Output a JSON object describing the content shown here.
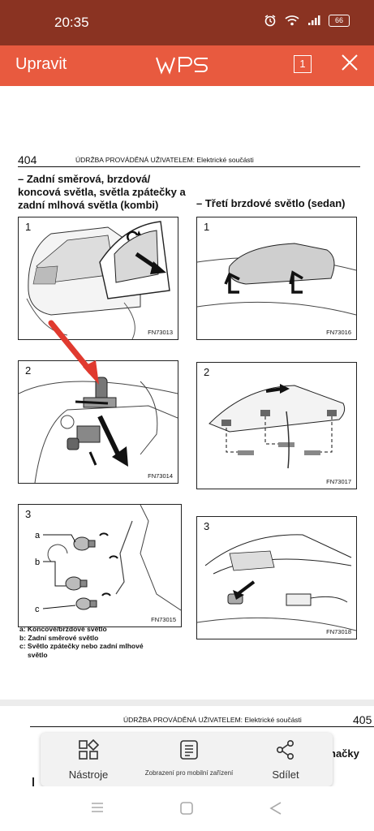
{
  "status_bar": {
    "time": "20:35",
    "battery": "66"
  },
  "toolbar": {
    "edit_label": "Upravit",
    "pages_count": "1"
  },
  "page1": {
    "page_number": "404",
    "header": "ÚDRŽBA PROVÁDĚNÁ UŽIVATELEM: Elektrické součásti",
    "title_left": "– Zadní směrová, brzdová/ koncová světla, světla zpátečky a zadní mlhová světla (kombi)",
    "title_right": "– Třetí brzdové světlo (sedan)",
    "figures": [
      {
        "num": "1",
        "code": "FN73013"
      },
      {
        "num": "2",
        "code": "FN73014"
      },
      {
        "num": "3",
        "code": "FN73015"
      },
      {
        "num": "1",
        "code": "FN73016"
      },
      {
        "num": "2",
        "code": "FN73017"
      },
      {
        "num": "3",
        "code": "FN73018"
      }
    ],
    "fig_letters": {
      "a": "a",
      "b": "b",
      "c": "c"
    },
    "legend": {
      "a": "a:  Koncové/brzdové světlo",
      "b": "b:  Zadní směrové světlo",
      "c": "c:  Světlo zpátečky nebo zadní mlhové",
      "c2": "světlo"
    }
  },
  "page2": {
    "header": "ÚDRŽBA PROVÁDĚNÁ UŽIVATELEM: Elektrické součásti",
    "page_number": "405",
    "partial_title": "načky"
  },
  "bottom_menu": {
    "tools": "Nástroje",
    "mobile_view": "Zobrazení pro mobilní zařízení",
    "share": "Sdílet"
  },
  "colors": {
    "status_bar": "#8a3322",
    "toolbar": "#e85a3f",
    "arrow": "#e03a2f"
  }
}
